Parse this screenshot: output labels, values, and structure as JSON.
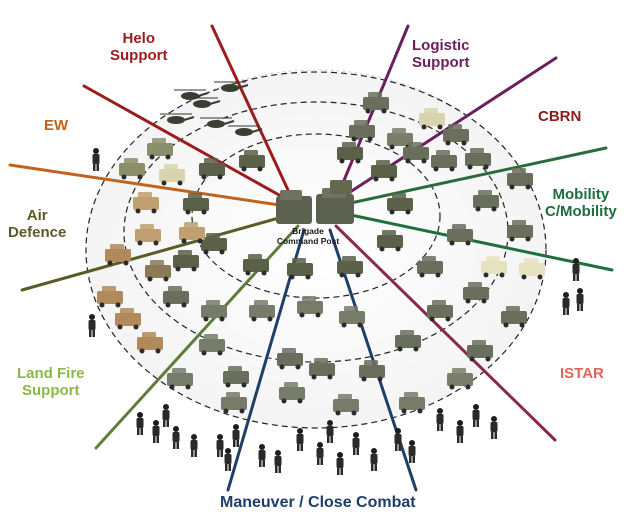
{
  "diagram": {
    "center": {
      "line1": "Brigade",
      "line2": "Command Post"
    },
    "sectors": [
      {
        "id": "helo",
        "line1": "Helo",
        "line2": "Support",
        "color": "#9b1c1c"
      },
      {
        "id": "logistic",
        "line1": "Logistic",
        "line2": "Support",
        "color": "#6b1f5c"
      },
      {
        "id": "cbrn",
        "line1": "CBRN",
        "line2": "",
        "color": "#8e1b1b"
      },
      {
        "id": "ew",
        "line1": "EW",
        "line2": "",
        "color": "#c0641c"
      },
      {
        "id": "mobility",
        "line1": "Mobility",
        "line2": "C/Mobility",
        "color": "#1e6e3e"
      },
      {
        "id": "air-defence",
        "line1": "Air",
        "line2": "Defence",
        "color": "#5c5a26"
      },
      {
        "id": "istar",
        "line1": "ISTAR",
        "line2": "",
        "color": "#e0655a"
      },
      {
        "id": "land-fire",
        "line1": "Land Fire",
        "line2": "Support",
        "color": "#8cb848"
      },
      {
        "id": "maneuver",
        "line1": "Maneuver / Close Combat",
        "line2": "",
        "color": "#1f3e68"
      }
    ]
  }
}
